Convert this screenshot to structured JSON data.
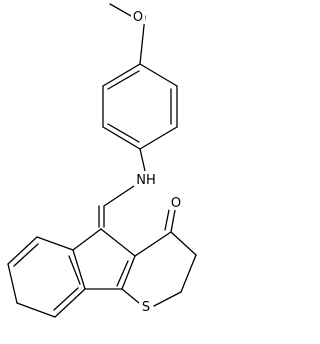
{
  "structure": {
    "atoms": {
      "methoxy_o": "O",
      "amine": "NH",
      "ketone_o": "O",
      "sulfur": "S"
    }
  },
  "colors": {
    "background": "#ffffff",
    "ink": "#000000"
  }
}
